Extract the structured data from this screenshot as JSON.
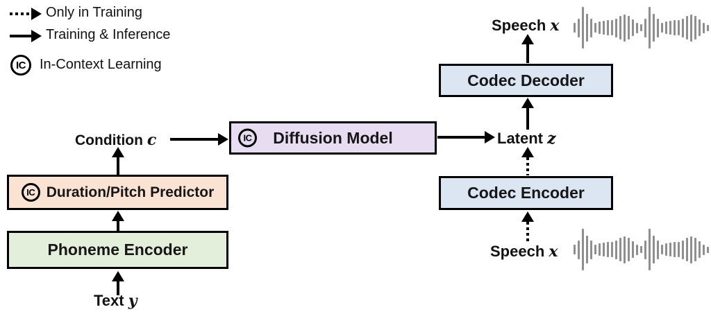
{
  "legend": {
    "only_training": "Only in Training",
    "training_inference": "Training & Inference",
    "ic_symbol": "IC",
    "in_context": "In-Context Learning"
  },
  "nodes": {
    "phoneme_encoder": "Phoneme Encoder",
    "duration_pitch": "Duration/Pitch Predictor",
    "diffusion": "Diffusion Model",
    "codec_decoder": "Codec Decoder",
    "codec_encoder": "Codec Encoder",
    "ic_badge": "IC"
  },
  "labels": {
    "text": "Text",
    "text_var": "y",
    "condition": "Condition",
    "condition_var": "c",
    "latent": "Latent",
    "latent_var": "z",
    "speech_top": "Speech",
    "speech_top_var": "x",
    "speech_bottom": "Speech",
    "speech_bottom_var": "x"
  },
  "colors": {
    "phoneme_encoder_bg": "#e4efdb",
    "duration_pitch_bg": "#fbe3d4",
    "diffusion_bg": "#e8dcf2",
    "codec_bg": "#dce6f2",
    "arrow_black": "#000000",
    "waveform_gray": "#8e8e8e"
  },
  "waveform": {
    "bars": [
      22,
      45,
      100,
      68,
      45,
      22,
      30,
      33,
      38,
      38,
      45,
      58,
      65,
      58,
      40,
      25,
      18,
      45,
      100,
      68,
      45,
      22,
      30,
      33,
      38,
      38,
      45,
      58,
      65,
      58,
      40,
      25,
      15
    ]
  }
}
